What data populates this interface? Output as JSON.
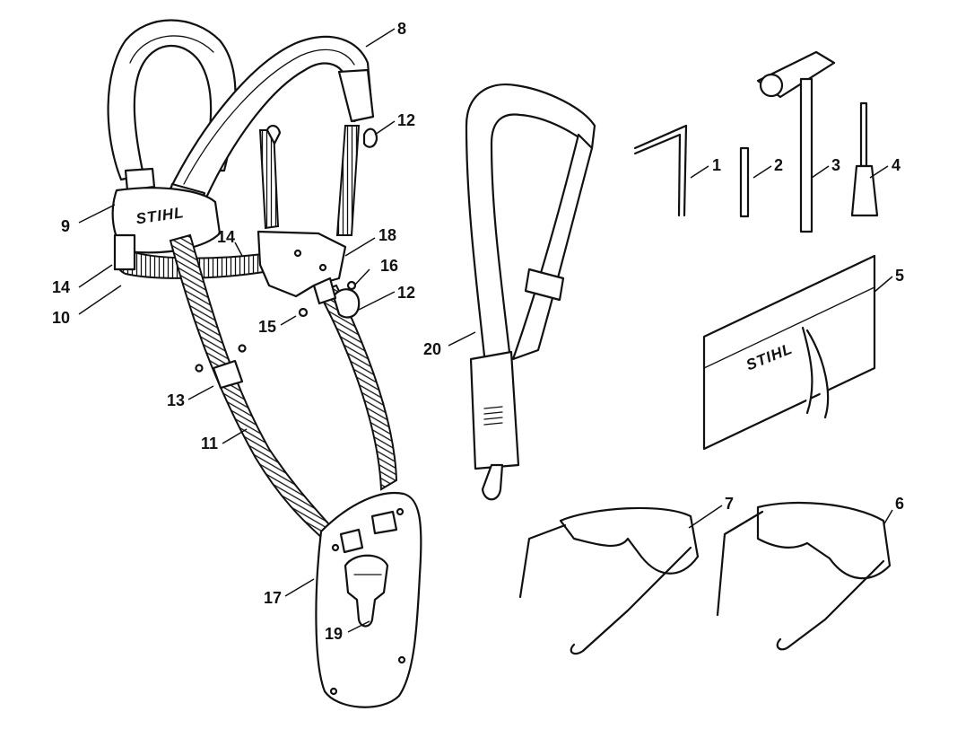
{
  "diagram": {
    "brand_logo": "STIHL",
    "callouts": [
      "1",
      "2",
      "3",
      "4",
      "5",
      "6",
      "7",
      "8",
      "9",
      "10",
      "11",
      "12",
      "13",
      "14",
      "15",
      "16",
      "17",
      "18",
      "19",
      "20"
    ]
  }
}
